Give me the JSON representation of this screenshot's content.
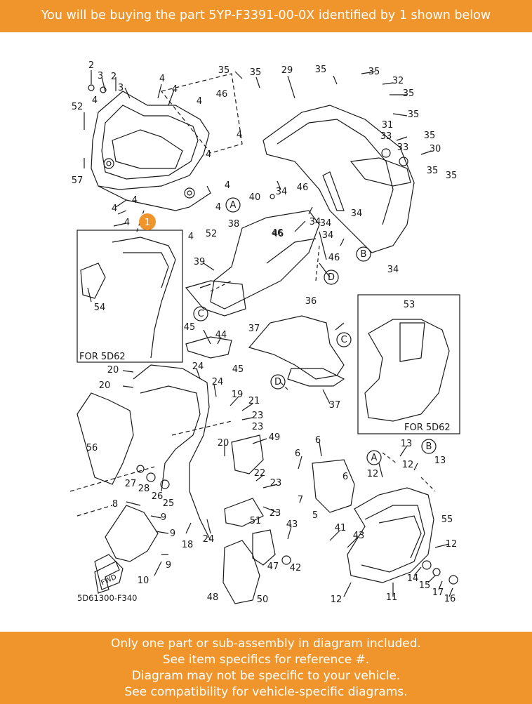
{
  "header": {
    "text": "You will be buying the part 5YP-F3391-00-0X identified by 1 shown below"
  },
  "footer": {
    "lines": [
      "Only one part or sub-assembly in diagram included.",
      "See item specifics for reference #.",
      "Diagram may not be specific to your vehicle.",
      "See compatibility for vehicle-specific diagrams."
    ]
  },
  "diagram": {
    "highlight_number": "1",
    "part_code": "5D61300-F340",
    "inset_left_label": "FOR 5D62",
    "inset_right_label": "FOR 5D62",
    "fwd_label": "FWD",
    "callouts": [
      "2",
      "3",
      "2",
      "3",
      "4",
      "4",
      "4",
      "4",
      "52",
      "57",
      "4",
      "4",
      "4",
      "4",
      "4",
      "52",
      "4",
      "4",
      "4",
      "46",
      "35",
      "35",
      "29",
      "35",
      "35",
      "32",
      "35",
      "35",
      "31",
      "33",
      "35",
      "33",
      "30",
      "35",
      "35",
      "34",
      "46",
      "40",
      "34",
      "46",
      "34",
      "34",
      "34",
      "A",
      "B",
      "34",
      "38",
      "46",
      "46",
      "D",
      "39",
      "C",
      "54",
      "36",
      "53",
      "45",
      "44",
      "37",
      "C",
      "45",
      "D",
      "37",
      "20",
      "20",
      "24",
      "24",
      "19",
      "21",
      "23",
      "23",
      "56",
      "49",
      "20",
      "6",
      "6",
      "A",
      "13",
      "B",
      "13",
      "12",
      "22",
      "6",
      "27",
      "28",
      "26",
      "25",
      "23",
      "8",
      "9",
      "9",
      "9",
      "10",
      "51",
      "23",
      "18",
      "24",
      "12",
      "7",
      "5",
      "55",
      "43",
      "41",
      "43",
      "12",
      "47",
      "42",
      "14",
      "15",
      "17",
      "16",
      "12",
      "11",
      "48",
      "50"
    ]
  },
  "colors": {
    "banner": "#f0952b",
    "banner_text": "#ffffff",
    "line": "#1a1a1a",
    "highlight": "#f0952b"
  }
}
